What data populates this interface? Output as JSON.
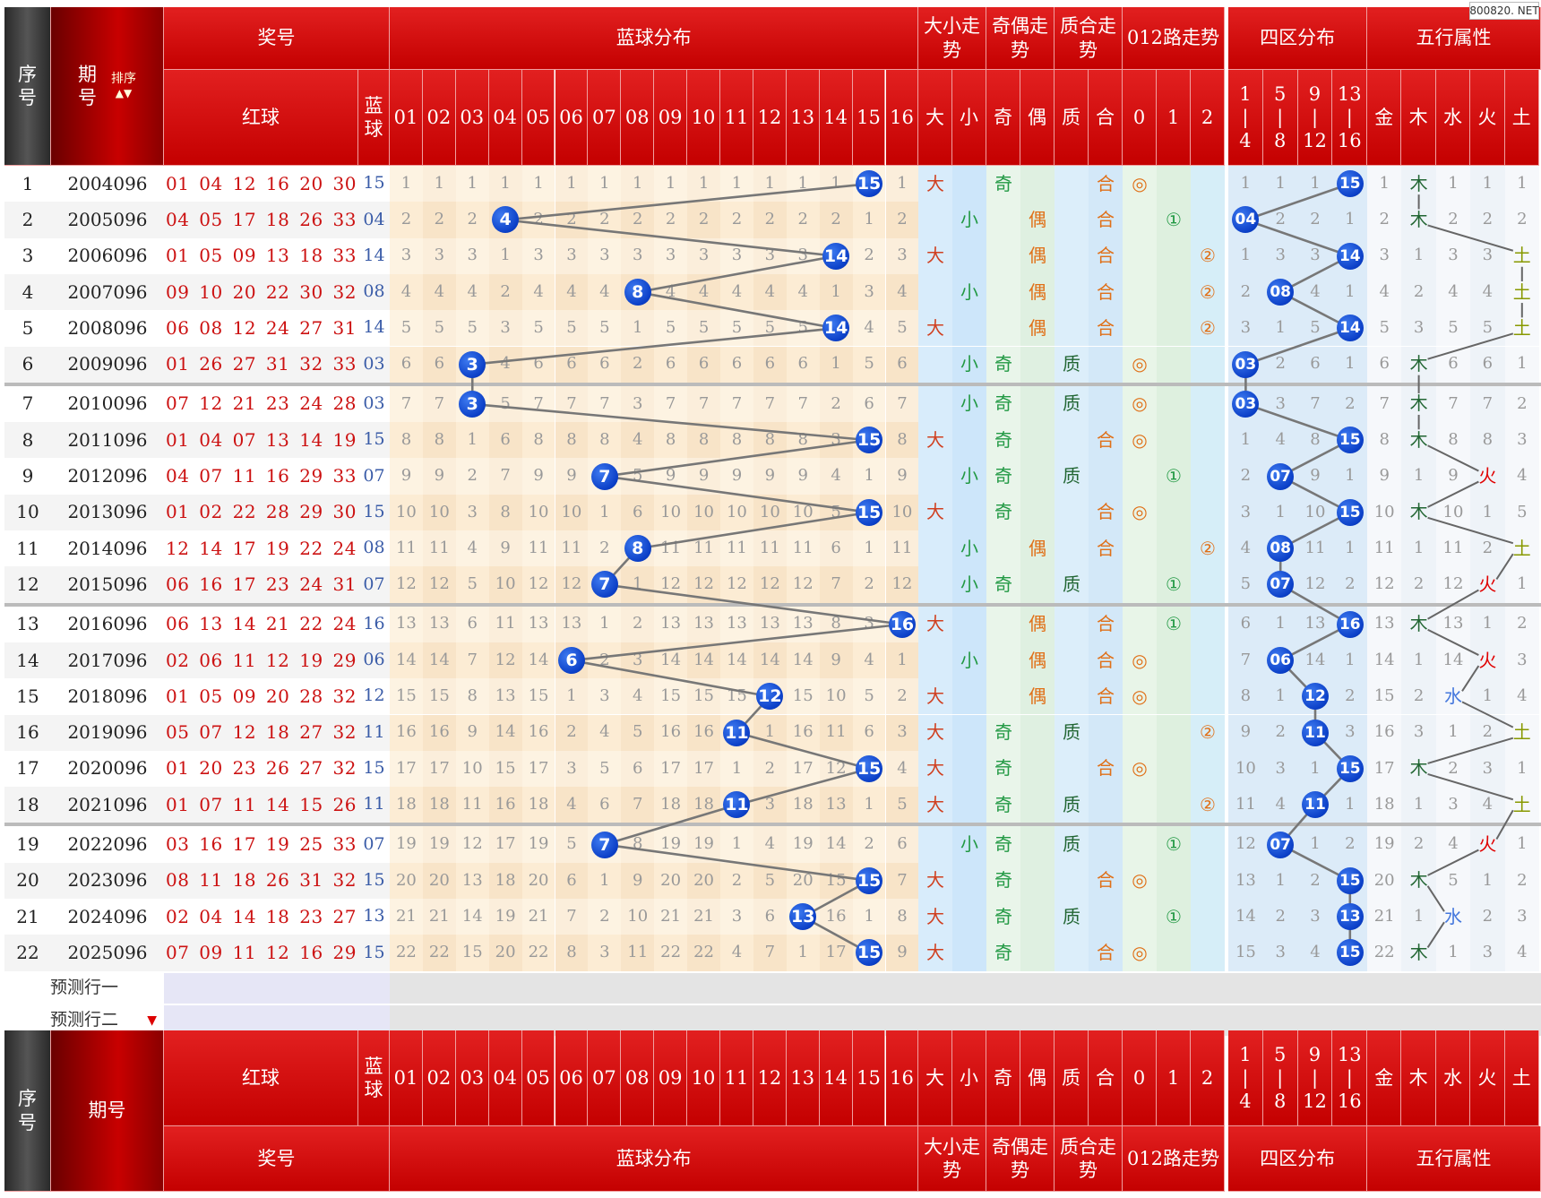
{
  "header": {
    "seq": "序号",
    "issue": "期号",
    "sort_label": "排序",
    "prize": "奖号",
    "blue_dist": "蓝球分布",
    "big_small_trend": "大小走势",
    "odd_even_trend": "奇偶走势",
    "prime_trend": "质合走势",
    "road012_trend": "012路走势",
    "zone_dist": "四区分布",
    "element_attr": "五行属性",
    "red_ball": "红球",
    "blue_ball": "蓝球",
    "blue_cols": [
      "01",
      "02",
      "03",
      "04",
      "05",
      "06",
      "07",
      "08",
      "09",
      "10",
      "11",
      "12",
      "13",
      "14",
      "15",
      "16"
    ],
    "big": "大",
    "small": "小",
    "odd": "奇",
    "even": "偶",
    "prime": "质",
    "composite": "合",
    "road0": "0",
    "road1": "1",
    "road2": "2",
    "zones": [
      [
        "1",
        "|",
        "4"
      ],
      [
        "5",
        "|",
        "8"
      ],
      [
        "9",
        "|",
        "12"
      ],
      [
        "13",
        "|",
        "16"
      ]
    ],
    "elements": [
      "金",
      "木",
      "水",
      "火",
      "土"
    ]
  },
  "watermark": "800820. NET",
  "rows": [
    {
      "seq": "1",
      "issue": "2004096",
      "reds": "01 04 12 16 20 30",
      "blue": "15",
      "miss": [
        "1",
        "1",
        "1",
        "1",
        "1",
        "1",
        "1",
        "1",
        "1",
        "1",
        "1",
        "1",
        "1",
        "1",
        "15",
        "1"
      ],
      "bs": "大",
      "oe": "奇",
      "pc": "合",
      "road": "◎",
      "zone": [
        "1",
        "1",
        "1",
        "15"
      ],
      "elem": [
        "1",
        "木",
        "1",
        "1",
        "1"
      ]
    },
    {
      "seq": "2",
      "issue": "2005096",
      "reds": "04 05 17 18 26 33",
      "blue": "04",
      "miss": [
        "2",
        "2",
        "2",
        "4",
        "2",
        "2",
        "2",
        "2",
        "2",
        "2",
        "2",
        "2",
        "2",
        "2",
        "1",
        "2"
      ],
      "bs": "小",
      "oe": "偶",
      "pc": "合",
      "road": "①",
      "zone": [
        "04",
        "2",
        "2",
        "1"
      ],
      "elem": [
        "2",
        "木",
        "2",
        "2",
        "2"
      ]
    },
    {
      "seq": "3",
      "issue": "2006096",
      "reds": "01 05 09 13 18 33",
      "blue": "14",
      "miss": [
        "3",
        "3",
        "3",
        "1",
        "3",
        "3",
        "3",
        "3",
        "3",
        "3",
        "3",
        "3",
        "3",
        "14",
        "2",
        "3"
      ],
      "bs": "大",
      "oe": "偶",
      "pc": "合",
      "road": "②",
      "zone": [
        "1",
        "3",
        "3",
        "14"
      ],
      "elem": [
        "3",
        "1",
        "3",
        "3",
        "土"
      ]
    },
    {
      "seq": "4",
      "issue": "2007096",
      "reds": "09 10 20 22 30 32",
      "blue": "08",
      "miss": [
        "4",
        "4",
        "4",
        "2",
        "4",
        "4",
        "4",
        "8",
        "4",
        "4",
        "4",
        "4",
        "4",
        "1",
        "3",
        "4"
      ],
      "bs": "小",
      "oe": "偶",
      "pc": "合",
      "road": "②",
      "zone": [
        "2",
        "08",
        "4",
        "1"
      ],
      "elem": [
        "4",
        "2",
        "4",
        "4",
        "土"
      ]
    },
    {
      "seq": "5",
      "issue": "2008096",
      "reds": "06 08 12 24 27 31",
      "blue": "14",
      "miss": [
        "5",
        "5",
        "5",
        "3",
        "5",
        "5",
        "5",
        "1",
        "5",
        "5",
        "5",
        "5",
        "5",
        "14",
        "4",
        "5"
      ],
      "bs": "大",
      "oe": "偶",
      "pc": "合",
      "road": "②",
      "zone": [
        "3",
        "1",
        "5",
        "14"
      ],
      "elem": [
        "5",
        "3",
        "5",
        "5",
        "土"
      ]
    },
    {
      "seq": "6",
      "issue": "2009096",
      "reds": "01 26 27 31 32 33",
      "blue": "03",
      "miss": [
        "6",
        "6",
        "3",
        "4",
        "6",
        "6",
        "6",
        "2",
        "6",
        "6",
        "6",
        "6",
        "6",
        "1",
        "5",
        "6"
      ],
      "bs": "小",
      "oe": "奇",
      "pc": "质",
      "road": "◎",
      "zone": [
        "03",
        "2",
        "6",
        "1"
      ],
      "elem": [
        "6",
        "木",
        "6",
        "6",
        "1"
      ]
    },
    {
      "seq": "7",
      "issue": "2010096",
      "reds": "07 12 21 23 24 28",
      "blue": "03",
      "miss": [
        "7",
        "7",
        "3",
        "5",
        "7",
        "7",
        "7",
        "3",
        "7",
        "7",
        "7",
        "7",
        "7",
        "2",
        "6",
        "7"
      ],
      "bs": "小",
      "oe": "奇",
      "pc": "质",
      "road": "◎",
      "zone": [
        "03",
        "3",
        "7",
        "2"
      ],
      "elem": [
        "7",
        "木",
        "7",
        "7",
        "2"
      ]
    },
    {
      "seq": "8",
      "issue": "2011096",
      "reds": "01 04 07 13 14 19",
      "blue": "15",
      "miss": [
        "8",
        "8",
        "1",
        "6",
        "8",
        "8",
        "8",
        "4",
        "8",
        "8",
        "8",
        "8",
        "8",
        "3",
        "15",
        "8"
      ],
      "bs": "大",
      "oe": "奇",
      "pc": "合",
      "road": "◎",
      "zone": [
        "1",
        "4",
        "8",
        "15"
      ],
      "elem": [
        "8",
        "木",
        "8",
        "8",
        "3"
      ]
    },
    {
      "seq": "9",
      "issue": "2012096",
      "reds": "04 07 11 16 29 33",
      "blue": "07",
      "miss": [
        "9",
        "9",
        "2",
        "7",
        "9",
        "9",
        "7",
        "5",
        "9",
        "9",
        "9",
        "9",
        "9",
        "4",
        "1",
        "9"
      ],
      "bs": "小",
      "oe": "奇",
      "pc": "质",
      "road": "①",
      "zone": [
        "2",
        "07",
        "9",
        "1"
      ],
      "elem": [
        "9",
        "1",
        "9",
        "火",
        "4"
      ]
    },
    {
      "seq": "10",
      "issue": "2013096",
      "reds": "01 02 22 28 29 30",
      "blue": "15",
      "miss": [
        "10",
        "10",
        "3",
        "8",
        "10",
        "10",
        "1",
        "6",
        "10",
        "10",
        "10",
        "10",
        "10",
        "5",
        "15",
        "10"
      ],
      "bs": "大",
      "oe": "奇",
      "pc": "合",
      "road": "◎",
      "zone": [
        "3",
        "1",
        "10",
        "15"
      ],
      "elem": [
        "10",
        "木",
        "10",
        "1",
        "5"
      ]
    },
    {
      "seq": "11",
      "issue": "2014096",
      "reds": "12 14 17 19 22 24",
      "blue": "08",
      "miss": [
        "11",
        "11",
        "4",
        "9",
        "11",
        "11",
        "2",
        "8",
        "11",
        "11",
        "11",
        "11",
        "11",
        "6",
        "1",
        "11"
      ],
      "bs": "小",
      "oe": "偶",
      "pc": "合",
      "road": "②",
      "zone": [
        "4",
        "08",
        "11",
        "1"
      ],
      "elem": [
        "11",
        "1",
        "11",
        "2",
        "土"
      ]
    },
    {
      "seq": "12",
      "issue": "2015096",
      "reds": "06 16 17 23 24 31",
      "blue": "07",
      "miss": [
        "12",
        "12",
        "5",
        "10",
        "12",
        "12",
        "7",
        "1",
        "12",
        "12",
        "12",
        "12",
        "12",
        "7",
        "2",
        "12"
      ],
      "bs": "小",
      "oe": "奇",
      "pc": "质",
      "road": "①",
      "zone": [
        "5",
        "07",
        "12",
        "2"
      ],
      "elem": [
        "12",
        "2",
        "12",
        "火",
        "1"
      ]
    },
    {
      "seq": "13",
      "issue": "2016096",
      "reds": "06 13 14 21 22 24",
      "blue": "16",
      "miss": [
        "13",
        "13",
        "6",
        "11",
        "13",
        "13",
        "1",
        "2",
        "13",
        "13",
        "13",
        "13",
        "13",
        "8",
        "3",
        "16"
      ],
      "bs": "大",
      "oe": "偶",
      "pc": "合",
      "road": "①",
      "zone": [
        "6",
        "1",
        "13",
        "16"
      ],
      "elem": [
        "13",
        "木",
        "13",
        "1",
        "2"
      ]
    },
    {
      "seq": "14",
      "issue": "2017096",
      "reds": "02 06 11 12 19 29",
      "blue": "06",
      "miss": [
        "14",
        "14",
        "7",
        "12",
        "14",
        "6",
        "2",
        "3",
        "14",
        "14",
        "14",
        "14",
        "14",
        "9",
        "4",
        "1"
      ],
      "bs": "小",
      "oe": "偶",
      "pc": "合",
      "road": "◎",
      "zone": [
        "7",
        "06",
        "14",
        "1"
      ],
      "elem": [
        "14",
        "1",
        "14",
        "火",
        "3"
      ]
    },
    {
      "seq": "15",
      "issue": "2018096",
      "reds": "01 05 09 20 28 32",
      "blue": "12",
      "miss": [
        "15",
        "15",
        "8",
        "13",
        "15",
        "1",
        "3",
        "4",
        "15",
        "15",
        "15",
        "12",
        "15",
        "10",
        "5",
        "2"
      ],
      "bs": "大",
      "oe": "偶",
      "pc": "合",
      "road": "◎",
      "zone": [
        "8",
        "1",
        "12",
        "2"
      ],
      "elem": [
        "15",
        "2",
        "水",
        "1",
        "4"
      ]
    },
    {
      "seq": "16",
      "issue": "2019096",
      "reds": "05 07 12 18 27 32",
      "blue": "11",
      "miss": [
        "16",
        "16",
        "9",
        "14",
        "16",
        "2",
        "4",
        "5",
        "16",
        "16",
        "11",
        "1",
        "16",
        "11",
        "6",
        "3"
      ],
      "bs": "大",
      "oe": "奇",
      "pc": "质",
      "road": "②",
      "zone": [
        "9",
        "2",
        "11",
        "3"
      ],
      "elem": [
        "16",
        "3",
        "1",
        "2",
        "土"
      ]
    },
    {
      "seq": "17",
      "issue": "2020096",
      "reds": "01 20 23 26 27 32",
      "blue": "15",
      "miss": [
        "17",
        "17",
        "10",
        "15",
        "17",
        "3",
        "5",
        "6",
        "17",
        "17",
        "1",
        "2",
        "17",
        "12",
        "15",
        "4"
      ],
      "bs": "大",
      "oe": "奇",
      "pc": "合",
      "road": "◎",
      "zone": [
        "10",
        "3",
        "1",
        "15"
      ],
      "elem": [
        "17",
        "木",
        "2",
        "3",
        "1"
      ]
    },
    {
      "seq": "18",
      "issue": "2021096",
      "reds": "01 07 11 14 15 26",
      "blue": "11",
      "miss": [
        "18",
        "18",
        "11",
        "16",
        "18",
        "4",
        "6",
        "7",
        "18",
        "18",
        "11",
        "3",
        "18",
        "13",
        "1",
        "5"
      ],
      "bs": "大",
      "oe": "奇",
      "pc": "质",
      "road": "②",
      "zone": [
        "11",
        "4",
        "11",
        "1"
      ],
      "elem": [
        "18",
        "1",
        "3",
        "4",
        "土"
      ]
    },
    {
      "seq": "19",
      "issue": "2022096",
      "reds": "03 16 17 19 25 33",
      "blue": "07",
      "miss": [
        "19",
        "19",
        "12",
        "17",
        "19",
        "5",
        "7",
        "8",
        "19",
        "19",
        "1",
        "4",
        "19",
        "14",
        "2",
        "6"
      ],
      "bs": "小",
      "oe": "奇",
      "pc": "质",
      "road": "①",
      "zone": [
        "12",
        "07",
        "1",
        "2"
      ],
      "elem": [
        "19",
        "2",
        "4",
        "火",
        "1"
      ]
    },
    {
      "seq": "20",
      "issue": "2023096",
      "reds": "08 11 18 26 31 32",
      "blue": "15",
      "miss": [
        "20",
        "20",
        "13",
        "18",
        "20",
        "6",
        "1",
        "9",
        "20",
        "20",
        "2",
        "5",
        "20",
        "15",
        "15",
        "7"
      ],
      "bs": "大",
      "oe": "奇",
      "pc": "合",
      "road": "◎",
      "zone": [
        "13",
        "1",
        "2",
        "15"
      ],
      "elem": [
        "20",
        "木",
        "5",
        "1",
        "2"
      ]
    },
    {
      "seq": "21",
      "issue": "2024096",
      "reds": "02 04 14 18 23 27",
      "blue": "13",
      "miss": [
        "21",
        "21",
        "14",
        "19",
        "21",
        "7",
        "2",
        "10",
        "21",
        "21",
        "3",
        "6",
        "13",
        "16",
        "1",
        "8"
      ],
      "bs": "大",
      "oe": "奇",
      "pc": "质",
      "road": "①",
      "zone": [
        "14",
        "2",
        "3",
        "13"
      ],
      "elem": [
        "21",
        "1",
        "水",
        "2",
        "3"
      ]
    },
    {
      "seq": "22",
      "issue": "2025096",
      "reds": "07 09 11 12 16 29",
      "blue": "15",
      "miss": [
        "22",
        "22",
        "15",
        "20",
        "22",
        "8",
        "3",
        "11",
        "22",
        "22",
        "4",
        "7",
        "1",
        "17",
        "15",
        "9"
      ],
      "bs": "大",
      "oe": "奇",
      "pc": "合",
      "road": "◎",
      "zone": [
        "15",
        "3",
        "4",
        "15"
      ],
      "elem": [
        "22",
        "木",
        "1",
        "3",
        "4"
      ]
    }
  ],
  "predict": [
    "预测行一",
    "预测行二"
  ],
  "colors": {
    "header_red": "#d10000",
    "blue_ball": "#0b3fc7",
    "sandy": "#fdf1dc",
    "light_blue": "#d9ecfb",
    "light_green": "#e6f5e8"
  }
}
